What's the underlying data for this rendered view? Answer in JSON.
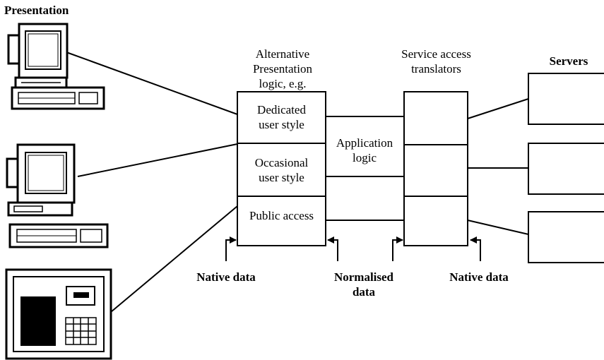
{
  "labels": {
    "presentation": "Presentation",
    "alternative": "Alternative\nPresentation\nlogic, e.g.",
    "dedicated": "Dedicated\nuser style",
    "occasional": "Occasional\nuser style",
    "public_access": "Public access",
    "application_logic": "Application\nlogic",
    "service_access": "Service access\ntranslators",
    "servers": "Servers",
    "native_data_left": "Native data",
    "normalised_data": "Normalised\ndata",
    "native_data_right": "Native data"
  },
  "icons": {
    "terminal_1": "desktop-computer-icon",
    "terminal_2": "desktop-computer-icon",
    "terminal_3": "kiosk-terminal-icon"
  }
}
